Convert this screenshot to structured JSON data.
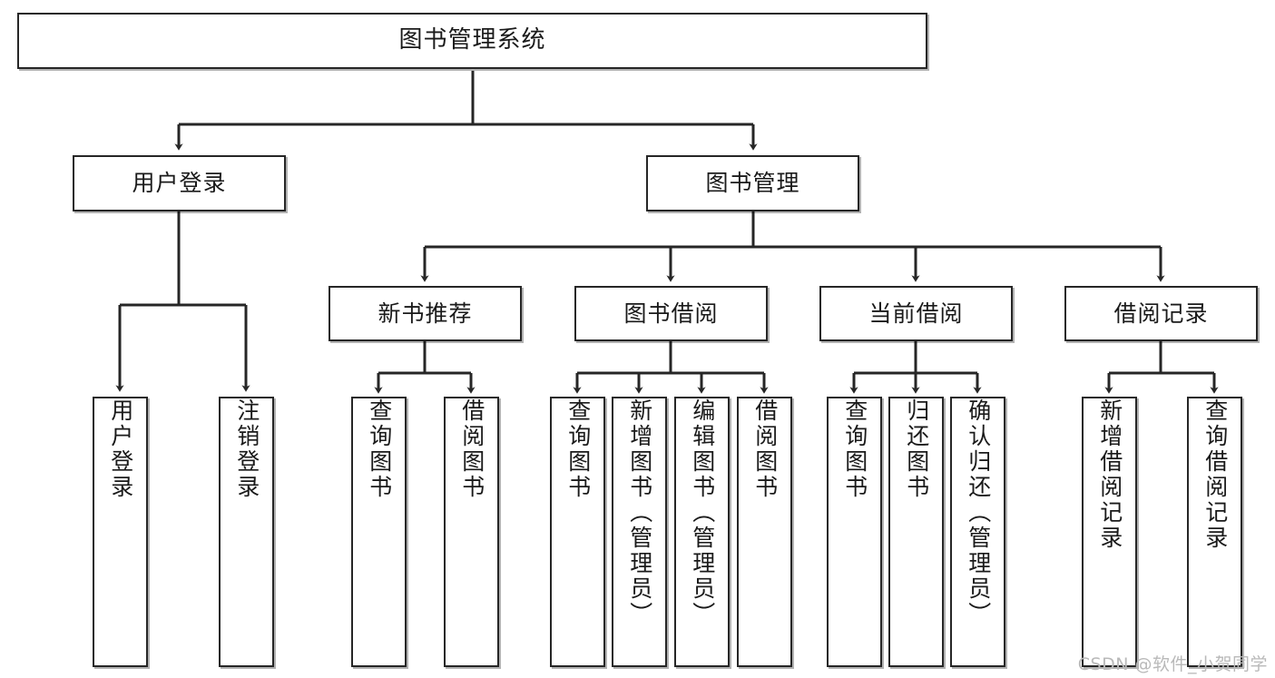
{
  "diagram": {
    "title": "图书管理系统",
    "type": "tree",
    "root": {
      "label": "图书管理系统"
    },
    "level2": [
      {
        "label": "用户登录"
      },
      {
        "label": "图书管理"
      }
    ],
    "level3": [
      {
        "label": "新书推荐"
      },
      {
        "label": "图书借阅"
      },
      {
        "label": "当前借阅"
      },
      {
        "label": "借阅记录"
      }
    ],
    "leaves": [
      {
        "label": "用户登录",
        "parent": "用户登录"
      },
      {
        "label": "注销登录",
        "parent": "用户登录"
      },
      {
        "label": "查询图书",
        "parent": "新书推荐"
      },
      {
        "label": "借阅图书",
        "parent": "新书推荐"
      },
      {
        "label": "查询图书",
        "parent": "图书借阅"
      },
      {
        "label": "新增图书（管理员）",
        "parent": "图书借阅"
      },
      {
        "label": "编辑图书（管理员）",
        "parent": "图书借阅"
      },
      {
        "label": "借阅图书",
        "parent": "图书借阅"
      },
      {
        "label": "查询图书",
        "parent": "当前借阅"
      },
      {
        "label": "归还图书",
        "parent": "当前借阅"
      },
      {
        "label": "确认归还（管理员）",
        "parent": "当前借阅"
      },
      {
        "label": "新增借阅记录",
        "parent": "借阅记录"
      },
      {
        "label": "查询借阅记录",
        "parent": "借阅记录"
      }
    ]
  },
  "watermark": {
    "text": "CSDN @软件_小贺同学"
  },
  "colors": {
    "box_border": "#262626",
    "box_fill": "#ffffff",
    "text": "#1a1a1a",
    "line": "#262626",
    "watermark": "#b9b9b9"
  }
}
